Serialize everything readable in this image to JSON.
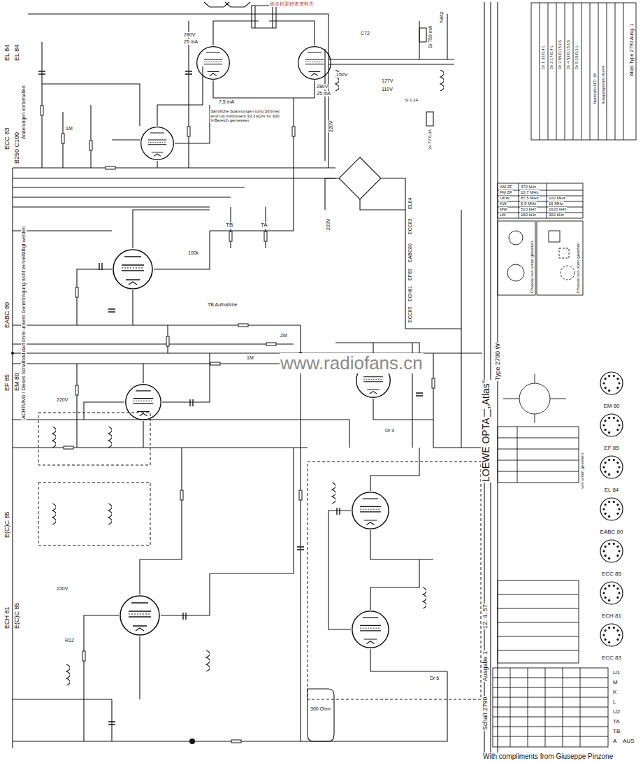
{
  "diagram": {
    "nodes": [
      {
        "text": [
          "EM 80"
        ]
      },
      {
        "text": [
          "EF 85"
        ]
      },
      {
        "text": [
          "EL 84"
        ]
      },
      {
        "text": [
          "EABC 80"
        ]
      },
      {
        "text": [
          "ECC 85"
        ]
      },
      {
        "text": [
          "ECH 81"
        ]
      },
      {
        "text": [
          "ECC 83"
        ]
      }
    ],
    "labels": [
      "收音机爱好者资料库",
      "EL 84",
      "EL 84",
      "Änderungen vorbehalten",
      "ECC 83",
      "B250 C100",
      "ACHTUNG ! Dieses Schaltbild darf ohne unsere Genehmigung nicht vervielfältigt werden",
      "EABC 80",
      "EF 85",
      "EM 80",
      "E(C)C 85",
      "ECH 81",
      "E(C)C 85",
      "LOEWE OPTA",
      "„Atlas“",
      "Type 2790 W",
      "Schalt 2790",
      "Ausgabe 1",
      "12. 4. 57",
      "Atlas Type 2790 Ausg. 1",
      "Netz",
      "Si 750 mA",
      "220V",
      "150V",
      "127V",
      "110V",
      "Si 1,2A",
      "223V",
      "EL84",
      "ECC83",
      "EABC80",
      "EF85",
      "ECH81",
      "ECC85",
      "2x 7V 0,3A",
      "280V",
      "25 mA",
      "280V",
      "25 mA",
      "7,5 mA",
      "Sämtliche Spannungen (und Ströme) sind mit Instrument 33,3 kΩ/V im 300 V-Bereich gemessen",
      "1M",
      "100k",
      "TB",
      "TA",
      "TB Aufnahme",
      "2M",
      "1M",
      "220V",
      "220V",
      "R12",
      "300 Ohm",
      "Dr 4",
      "Dr 6",
      "C72",
      "AM ZF",
      "472 kHz",
      "FM ZF",
      "10,7 MHz",
      "UKW",
      "87,5 MHz",
      "100 MHz",
      "KW",
      "5,9 MHz",
      "16 MHz",
      "MW",
      "510 kHz",
      "1620 kHz",
      "LW",
      "150 kHz",
      "300 kHz",
      "Chassis von unten gesehen",
      "Chassis von oben gesehen",
      "von unten gesehen",
      "Dr 1 32/0,4 L",
      "Dr 2 17/0,4 L",
      "Dr 3 55/0,15 LS",
      "Dr 4 53/0,15 LS",
      "Dr 5 15/0,3 L",
      "Netztrafo NTr 38",
      "Ausgangstrafo AtrA4",
      "U1",
      "M",
      "K",
      "L",
      "U2",
      "TA",
      "TB",
      "A",
      "AUS",
      "www.radiofans.cn",
      "With compliments from Giuseppe Pinzone"
    ]
  }
}
